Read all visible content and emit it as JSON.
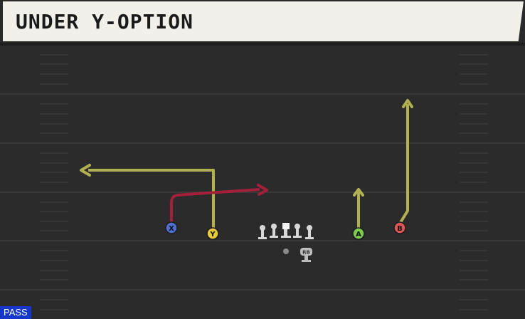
{
  "play": {
    "title": "UNDER Y-OPTION",
    "type_label": "PASS"
  },
  "colors": {
    "field": "#2b2b2b",
    "yard_line": "#3e3e3e",
    "yellow_route": "#b2b152",
    "red_route": "#a31f3a",
    "pass_badge": "#1638c9"
  },
  "players": [
    {
      "id": "X",
      "label": "X",
      "color": "#4f6fd1"
    },
    {
      "id": "Y",
      "label": "Y",
      "color": "#e7c93a"
    },
    {
      "id": "A",
      "label": "A",
      "color": "#7ccf4f"
    },
    {
      "id": "B",
      "label": "B",
      "color": "#e05555"
    },
    {
      "id": "RB",
      "label": "RB",
      "color": "#bdbdbd"
    }
  ],
  "routes": [
    {
      "player": "Y",
      "description": "out route to left sideline",
      "color": "yellow_route"
    },
    {
      "player": "X",
      "description": "drag/under route across middle",
      "color": "red_route"
    },
    {
      "player": "A",
      "description": "short stick",
      "color": "yellow_route"
    },
    {
      "player": "B",
      "description": "streak/go",
      "color": "yellow_route"
    }
  ]
}
